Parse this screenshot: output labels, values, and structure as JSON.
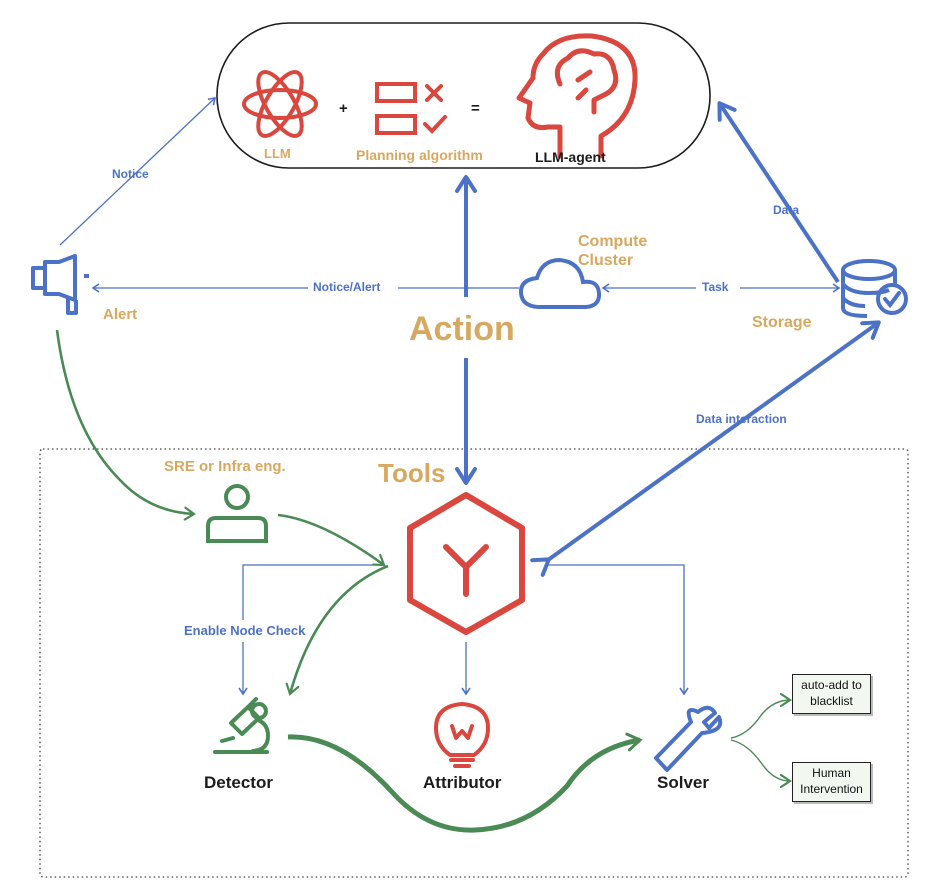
{
  "colors": {
    "blue": "#4c72c7",
    "red": "#d9473e",
    "green": "#4a8a55",
    "gold": "#d9a860",
    "dark": "#1c1c1c"
  },
  "top": {
    "llm": "LLM",
    "plus": "+",
    "planning": "Planning algorithm",
    "equals": "=",
    "agent": "LLM-agent"
  },
  "nodes": {
    "alert": "Alert",
    "compute_line1": "Compute",
    "compute_line2": "Cluster",
    "storage": "Storage",
    "action": "Action",
    "tools": "Tools",
    "sre": "SRE or Infra eng.",
    "detector": "Detector",
    "attributor": "Attributor",
    "solver": "Solver"
  },
  "edges": {
    "notice": "Notice",
    "notice_alert": "Notice/Alert",
    "task": "Task",
    "data": "Data",
    "data_interaction": "Data interaction",
    "enable_node_check": "Enable Node Check"
  },
  "outcomes": {
    "blacklist_line1": "auto-add to",
    "blacklist_line2": "blacklist",
    "human_line1": "Human",
    "human_line2": "Intervention"
  },
  "icons": [
    "atom-icon",
    "checklist-icon",
    "brain-head-icon",
    "megaphone-icon",
    "cloud-icon",
    "database-check-icon",
    "person-icon",
    "tools-hexagon-icon",
    "microscope-icon",
    "lightbulb-icon",
    "wrench-icon"
  ]
}
